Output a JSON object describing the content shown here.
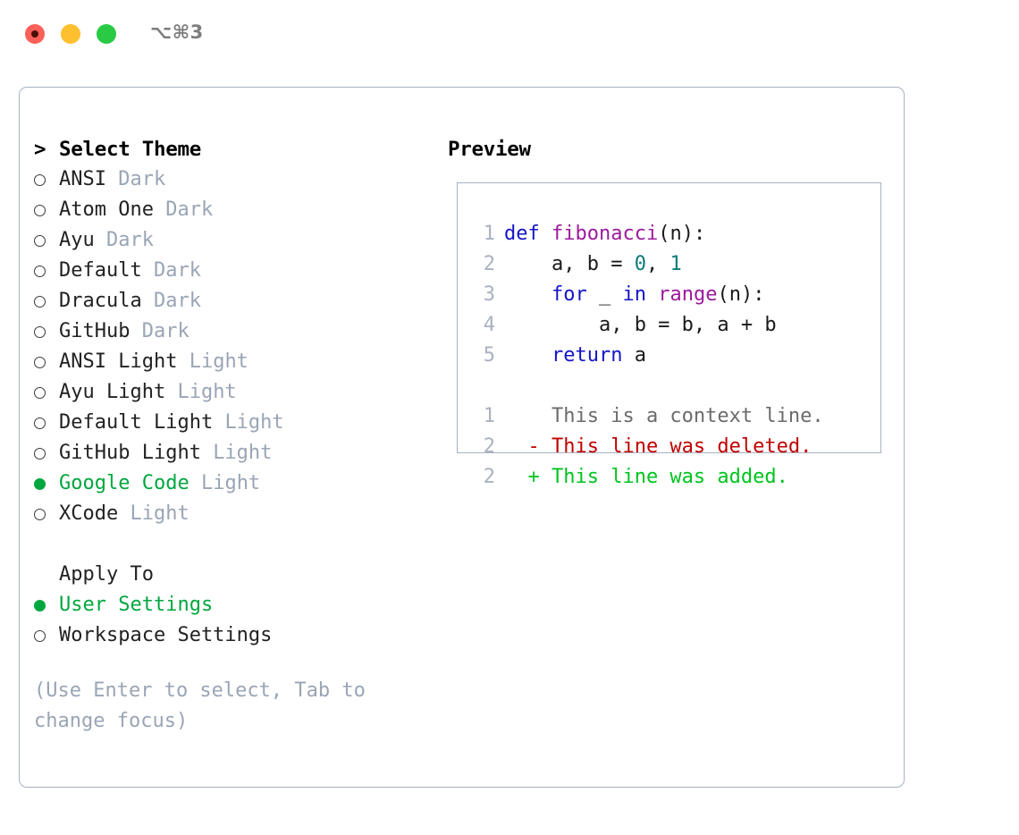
{
  "window": {
    "shortcut_label": "⌥⌘3",
    "traffic_lights": [
      "close",
      "minimize",
      "maximize"
    ]
  },
  "theme_selector": {
    "header": "Select Theme",
    "header_prefix": ">",
    "items": [
      {
        "name": "ANSI",
        "badge": "Dark",
        "selected": false
      },
      {
        "name": "Atom One",
        "badge": "Dark",
        "selected": false
      },
      {
        "name": "Ayu",
        "badge": "Dark",
        "selected": false
      },
      {
        "name": "Default",
        "badge": "Dark",
        "selected": false
      },
      {
        "name": "Dracula",
        "badge": "Dark",
        "selected": false
      },
      {
        "name": "GitHub",
        "badge": "Dark",
        "selected": false
      },
      {
        "name": "ANSI Light",
        "badge": "Light",
        "selected": false
      },
      {
        "name": "Ayu Light",
        "badge": "Light",
        "selected": false
      },
      {
        "name": "Default Light",
        "badge": "Light",
        "selected": false
      },
      {
        "name": "GitHub Light",
        "badge": "Light",
        "selected": false
      },
      {
        "name": "Google Code",
        "badge": "Light",
        "selected": true
      },
      {
        "name": "XCode",
        "badge": "Light",
        "selected": false
      }
    ]
  },
  "apply_to": {
    "header": "Apply To",
    "options": [
      {
        "label": "User Settings",
        "selected": true
      },
      {
        "label": "Workspace Settings",
        "selected": false
      }
    ]
  },
  "hint": "(Use Enter to select, Tab to change focus)",
  "preview": {
    "title": "Preview",
    "code_lines": [
      {
        "num": "1",
        "tokens": [
          {
            "t": "def ",
            "c": "kw"
          },
          {
            "t": "fibonacci",
            "c": "fn"
          },
          {
            "t": "(n):",
            "c": "plain"
          }
        ]
      },
      {
        "num": "2",
        "tokens": [
          {
            "t": "    a, b = ",
            "c": "plain"
          },
          {
            "t": "0",
            "c": "num"
          },
          {
            "t": ", ",
            "c": "plain"
          },
          {
            "t": "1",
            "c": "num"
          }
        ]
      },
      {
        "num": "3",
        "tokens": [
          {
            "t": "    ",
            "c": "plain"
          },
          {
            "t": "for",
            "c": "kw"
          },
          {
            "t": " _ ",
            "c": "plain"
          },
          {
            "t": "in",
            "c": "kw"
          },
          {
            "t": " ",
            "c": "plain"
          },
          {
            "t": "range",
            "c": "fn"
          },
          {
            "t": "(n):",
            "c": "plain"
          }
        ]
      },
      {
        "num": "4",
        "tokens": [
          {
            "t": "        a, b = b, a + b",
            "c": "plain"
          }
        ]
      },
      {
        "num": "5",
        "tokens": [
          {
            "t": "    ",
            "c": "plain"
          },
          {
            "t": "return",
            "c": "kw"
          },
          {
            "t": " a",
            "c": "plain"
          }
        ]
      }
    ],
    "diff_lines": [
      {
        "num": "1",
        "sign": " ",
        "text": "This is a context line.",
        "kind": "ctx"
      },
      {
        "num": "2",
        "sign": "-",
        "text": "This line was deleted.",
        "kind": "del"
      },
      {
        "num": "2",
        "sign": "+",
        "text": "This line was added.",
        "kind": "add"
      }
    ]
  },
  "colors": {
    "selected_green": "#00a73f",
    "badge_gray": "#9aa5b5",
    "border": "#a9b2c0",
    "keyword_blue": "#1414c8",
    "function_purple": "#9c1a9c",
    "number_teal": "#0b7b7b",
    "diff_deleted_red": "#c00000",
    "diff_added_green": "#00c41f",
    "traffic_close": "#fc6058",
    "traffic_minimize": "#fec02f",
    "traffic_maximize": "#2aca44"
  }
}
